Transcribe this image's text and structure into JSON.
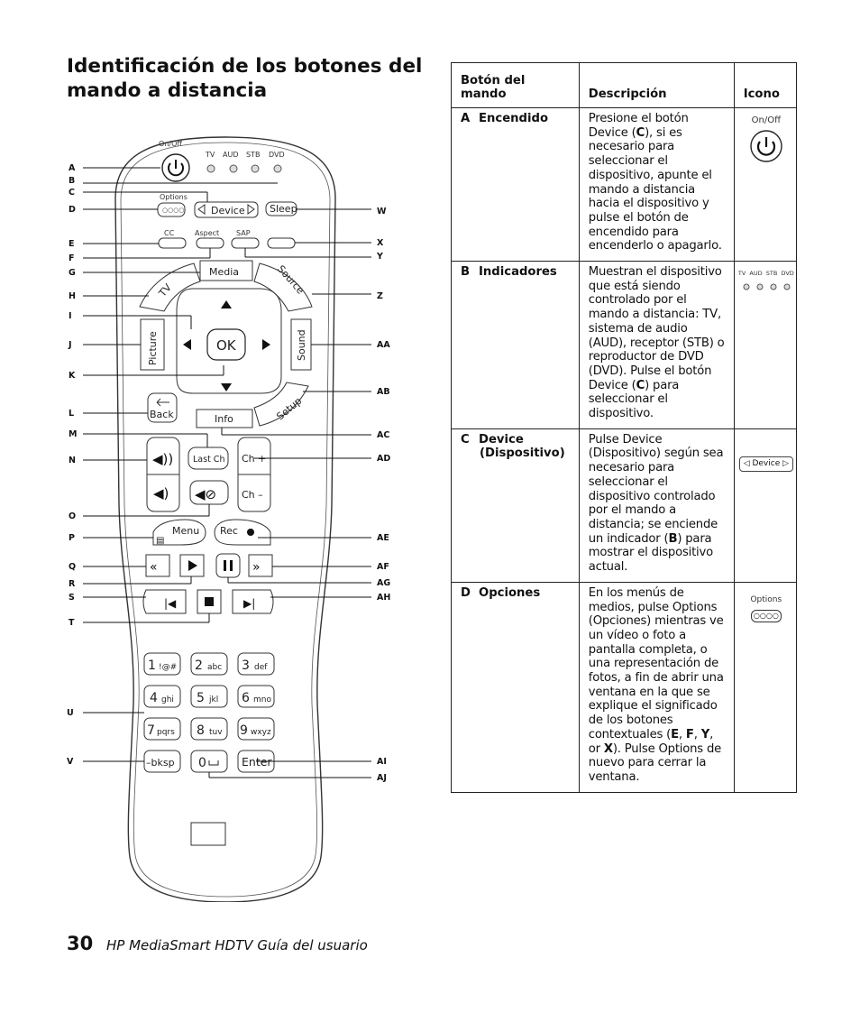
{
  "page": {
    "title": "Identificación de los botones del mando a distancia",
    "page_number": "30",
    "footer_text": "HP MediaSmart HDTV Guía del usuario"
  },
  "remote": {
    "buttons": {
      "on_off": "On/Off",
      "indicators": [
        "TV",
        "AUD",
        "STB",
        "DVD"
      ],
      "options": "Options",
      "device": "Device",
      "sleep": "Sleep",
      "cc": "CC",
      "aspect": "Aspect",
      "sap": "SAP",
      "media": "Media",
      "tv": "TV",
      "source": "Source",
      "picture": "Picture",
      "ok": "OK",
      "sound": "Sound",
      "back": "Back",
      "info": "Info",
      "setup": "Setup",
      "last_ch": "Last Ch",
      "ch_plus": "Ch +",
      "ch_minus": "Ch –",
      "menu": "Menu",
      "rec": "Rec",
      "keypad": [
        {
          "d": "1",
          "l": "!@#"
        },
        {
          "d": "2",
          "l": "abc"
        },
        {
          "d": "3",
          "l": "def"
        },
        {
          "d": "4",
          "l": "ghi"
        },
        {
          "d": "5",
          "l": "jkl"
        },
        {
          "d": "6",
          "l": "mno"
        },
        {
          "d": "7",
          "l": "pqrs"
        },
        {
          "d": "8",
          "l": "tuv"
        },
        {
          "d": "9",
          "l": "wxyz"
        }
      ],
      "bksp": "–bksp",
      "zero": "0",
      "enter": "Enter"
    },
    "callouts_left": [
      "A",
      "B",
      "C",
      "D",
      "E",
      "F",
      "G",
      "H",
      "I",
      "J",
      "K",
      "L",
      "M",
      "N",
      "O",
      "P",
      "Q",
      "R",
      "S",
      "T",
      "U",
      "V"
    ],
    "callouts_right": [
      "W",
      "X",
      "Y",
      "Z",
      "AA",
      "AB",
      "AC",
      "AD",
      "AE",
      "AF",
      "AG",
      "AH",
      "AI",
      "AJ"
    ]
  },
  "table": {
    "headers": {
      "button": "Botón del mando",
      "description": "Descripción",
      "icon": "Icono"
    },
    "rows": [
      {
        "letter": "A",
        "name": "Encendido",
        "name2": "",
        "desc_html": "Presione el botón Device (<b>C</b>), si es necesario para seleccionar el dispositivo, apunte el mando a distancia hacia el dispositivo y pulse el botón de encendido para encenderlo o apagarlo.",
        "icon_caption": "On/Off"
      },
      {
        "letter": "B",
        "name": "Indicadores",
        "name2": "",
        "desc_html": "Muestran el dispositivo que está siendo controlado por el mando a distancia: TV, sistema de audio (AUD), receptor (STB) o reproductor de DVD (DVD). Pulse el botón Device (<b>C</b>) para seleccionar el dispositivo.",
        "icon_caption": "TV  AUD  STB  DVD"
      },
      {
        "letter": "C",
        "name": "Device",
        "name2": "(Dispositivo)",
        "desc_html": "Pulse Device (Dispositivo) según sea necesario para seleccionar el dispositivo controlado por el mando a distancia; se enciende un indicador (<b>B</b>) para mostrar el dispositivo actual.",
        "icon_caption": "Device"
      },
      {
        "letter": "D",
        "name": "Opciones",
        "name2": "",
        "desc_html": "En los menús de medios, pulse Options (Opciones) mientras ve un vídeo o foto a pantalla completa, o una representación de fotos, a fin de abrir una ventana en la que se explique el significado de los botones contextuales (<b>E</b>, <b>F</b>, <b>Y</b>, or <b>X</b>). Pulse Options de nuevo para cerrar la ventana.",
        "icon_caption": "Options"
      }
    ]
  }
}
